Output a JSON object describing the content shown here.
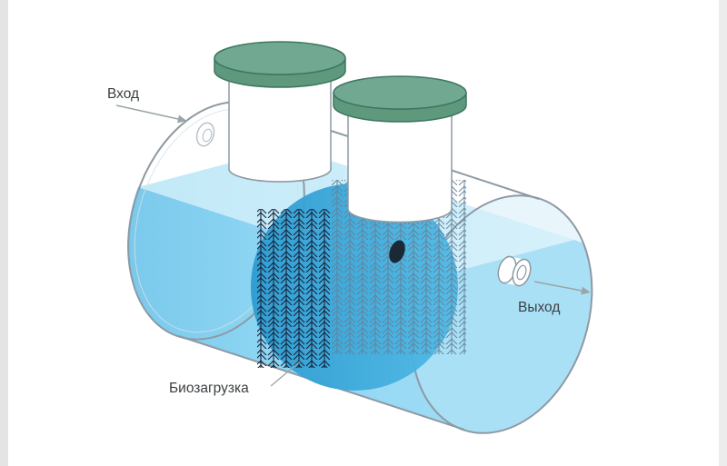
{
  "diagram": {
    "type": "septic-tank-biofilter-cutaway",
    "labels": {
      "inlet": "Вход",
      "outlet": "Выход",
      "bio_media": "Биозагрузка"
    },
    "colors": {
      "background": "#ffffff",
      "gutter": "#e4e4e4",
      "outline": "#8d9aa3",
      "water_body": "#8fd6f3",
      "water_deep": "#7ac9ec",
      "water_surface": "#c9edfa",
      "right_face_air": "#e8f6fc",
      "right_face_water": "#a9e0f5",
      "media_disc_dark": "#2d9bd0",
      "media_disc_light": "#4fb9e5",
      "brush_dark": "#18243c",
      "brush_light": "#64829b",
      "lid_top": "#71a891",
      "lid_side": "#5e997e",
      "lid_outline": "#3f7660",
      "arrow": "#9aa5a8",
      "text": "#3a3f42"
    }
  }
}
